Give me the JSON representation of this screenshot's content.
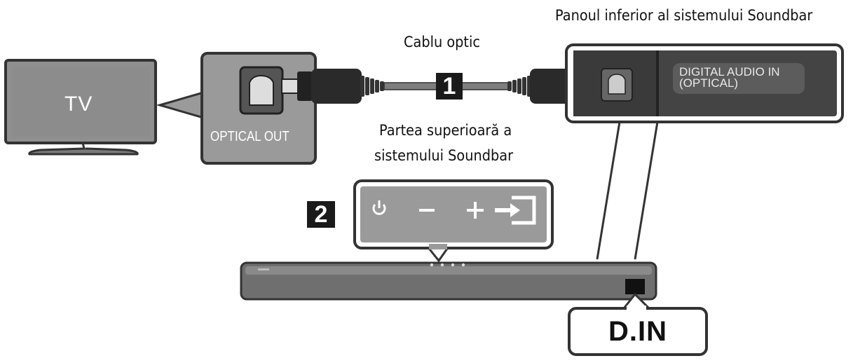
{
  "device_labels": {
    "tv": "TV",
    "optical_out": "OPTICAL OUT",
    "digital_audio_in_line1": "DIGITAL AUDIO IN",
    "digital_audio_in_line2": "(OPTICAL)",
    "d_in": "D.IN"
  },
  "captions": {
    "cable": "Cablu optic",
    "bottom_panel": "Panoul inferior al sistemului Soundbar",
    "top_line1": "Partea superioară a",
    "top_line2": "sistemului Soundbar"
  },
  "steps": {
    "step1": "1",
    "step2": "2"
  },
  "icons": {
    "power": "power-icon",
    "volume_down": "minus-icon",
    "volume_up": "plus-icon",
    "source": "input-source-icon"
  },
  "colors": {
    "panel_gray": "#9a9a9a",
    "dark_panel": "#3a3a3a",
    "badge": "#1a1a1a",
    "soundbar": "#6f6f6f"
  }
}
